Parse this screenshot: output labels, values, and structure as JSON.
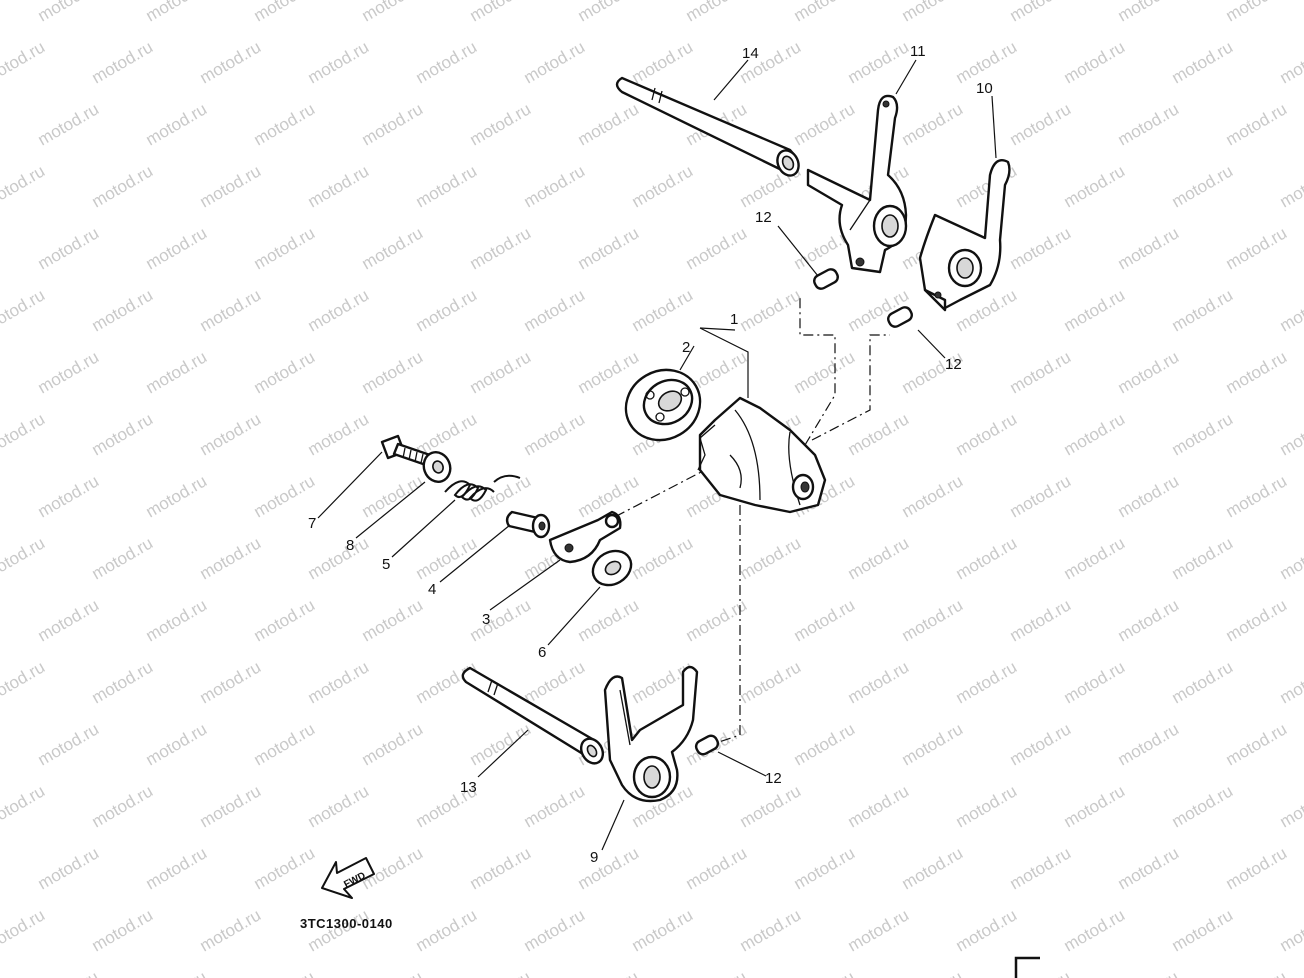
{
  "watermark": "motod.ru",
  "diagram_code": "3TC1300-0140",
  "direction_label": "FWD",
  "callouts": {
    "p1": "1",
    "p2": "2",
    "p3": "3",
    "p4": "4",
    "p5": "5",
    "p6": "6",
    "p7": "7",
    "p8": "8",
    "p9": "9",
    "p10": "10",
    "p11": "11",
    "p12a": "12",
    "p12b": "12",
    "p12c": "12",
    "p13": "13",
    "p14": "14"
  }
}
